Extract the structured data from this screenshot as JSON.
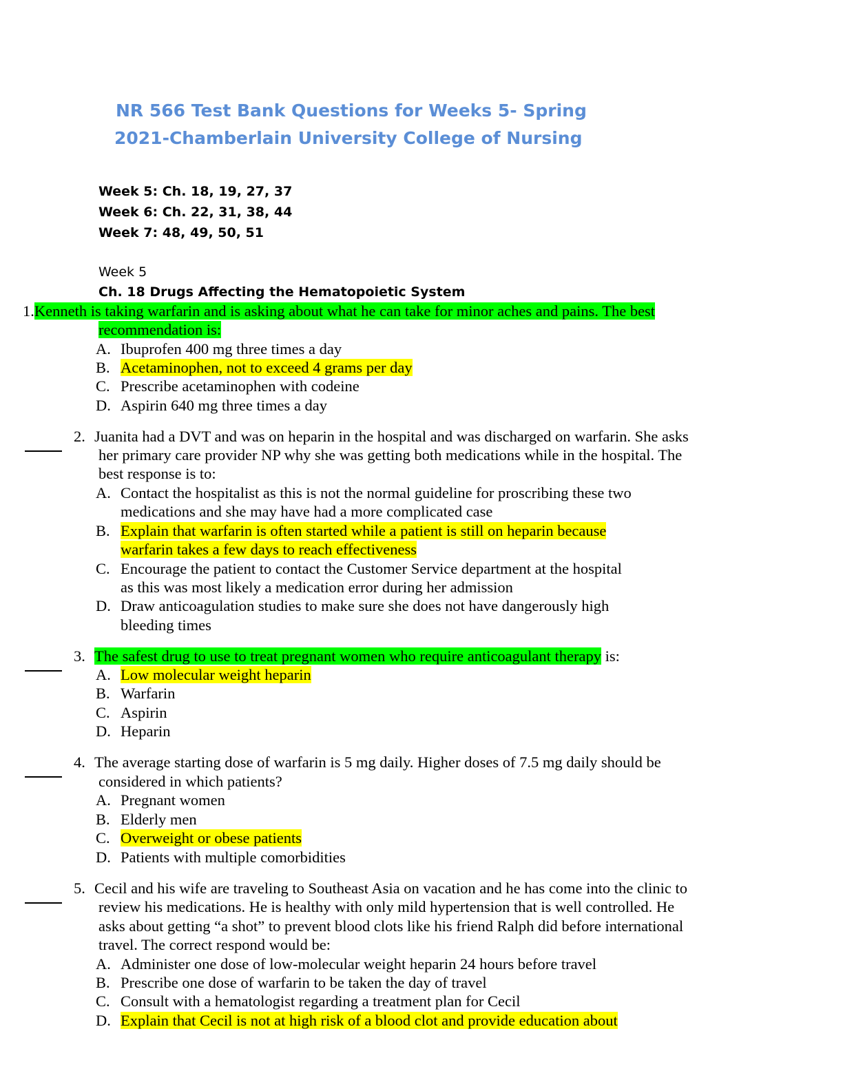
{
  "title": {
    "line1": "NR 566 Test Bank Questions for Weeks 5- Spring",
    "line2": "2021-Chamberlain University College of Nursing"
  },
  "schedule": [
    "Week 5: Ch. 18, 19, 27, 37",
    "Week 6: Ch. 22, 31, 38, 44",
    "Week 7: 48, 49, 50, 51"
  ],
  "section": {
    "week": "Week 5",
    "chapter": "Ch. 18 Drugs Affecting the Hematopoietic System"
  },
  "colors": {
    "title": "#5b8ed6",
    "question_highlight": "#00ff00",
    "answer_highlight": "#ffff00"
  },
  "questions": [
    {
      "number": "1.",
      "stem_line1": "Kenneth is taking warfarin and is asking about what he can take for minor aches and pains. The best",
      "stem_line2": "recommendation is:",
      "options": [
        {
          "letter": "A.",
          "lines": [
            "Ibuprofen 400 mg three times a day"
          ]
        },
        {
          "letter": "B.",
          "lines": [
            "Acetaminophen, not to exceed 4 grams per day"
          ]
        },
        {
          "letter": "C.",
          "lines": [
            "Prescribe acetaminophen with codeine"
          ]
        },
        {
          "letter": "D.",
          "lines": [
            "Aspirin 640 mg three times a day"
          ]
        }
      ]
    },
    {
      "number": "2.",
      "stem_lines": [
        "Juanita had a DVT and was on heparin in the hospital and was discharged on warfarin. She asks",
        "her primary care provider NP why she was getting both medications while in the hospital. The",
        "best response is to:"
      ],
      "options": [
        {
          "letter": "A.",
          "lines": [
            "Contact the hospitalist as this is not the normal guideline for proscribing these two",
            "medications and she may have had a more complicated case"
          ]
        },
        {
          "letter": "B.",
          "lines": [
            "Explain that warfarin is often started while a patient is still on heparin because",
            "warfarin takes a few days to reach effectiveness"
          ]
        },
        {
          "letter": "C.",
          "lines": [
            "Encourage the patient to contact the Customer Service department at the hospital",
            "as this was most likely a medication error during her admission"
          ]
        },
        {
          "letter": "D.",
          "lines": [
            "Draw anticoagulation studies to make sure she does not have dangerously high",
            "bleeding times"
          ]
        }
      ]
    },
    {
      "number": "3.",
      "stem_highlighted": "The safest drug to use to treat pregnant women who require anticoagulant therapy",
      "stem_rest": " is:",
      "options": [
        {
          "letter": "A.",
          "lines": [
            "Low molecular weight heparin"
          ]
        },
        {
          "letter": "B.",
          "lines": [
            "Warfarin"
          ]
        },
        {
          "letter": "C.",
          "lines": [
            "Aspirin"
          ]
        },
        {
          "letter": "D.",
          "lines": [
            "Heparin"
          ]
        }
      ]
    },
    {
      "number": "4.",
      "stem_lines": [
        "The average starting dose of warfarin is 5 mg daily. Higher doses of 7.5 mg daily should be",
        "considered in which patients?"
      ],
      "options": [
        {
          "letter": "A.",
          "lines": [
            "Pregnant women"
          ]
        },
        {
          "letter": "B.",
          "lines": [
            "Elderly men"
          ]
        },
        {
          "letter": "C.",
          "lines": [
            "Overweight or obese patients"
          ]
        },
        {
          "letter": "D.",
          "lines": [
            "Patients with multiple comorbidities"
          ]
        }
      ]
    },
    {
      "number": "5.",
      "stem_lines": [
        "Cecil and his wife are traveling to Southeast Asia on vacation and he has come into the clinic to",
        "review his medications. He is healthy with only mild hypertension that is well controlled. He",
        "asks about getting “a shot” to prevent blood clots like his friend Ralph did before international",
        "travel. The correct respond would be:"
      ],
      "options": [
        {
          "letter": "A.",
          "lines": [
            "Administer one dose of low-molecular weight heparin 24 hours before travel"
          ]
        },
        {
          "letter": "B.",
          "lines": [
            "Prescribe one dose of warfarin to be taken the day of travel"
          ]
        },
        {
          "letter": "C.",
          "lines": [
            "Consult with a hematologist regarding a treatment plan for Cecil"
          ]
        },
        {
          "letter": "D.",
          "lines": [
            "Explain that Cecil is not at high risk of a blood clot and provide education about"
          ]
        }
      ]
    }
  ]
}
